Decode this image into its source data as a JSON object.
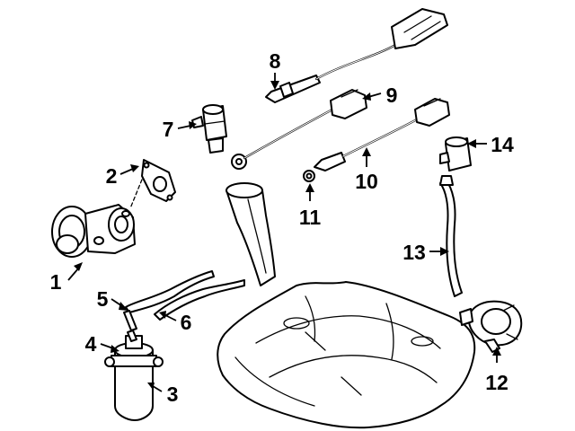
{
  "callouts": {
    "c1": "1",
    "c2": "2",
    "c3": "3",
    "c4": "4",
    "c5": "5",
    "c6": "6",
    "c7": "7",
    "c8": "8",
    "c9": "9",
    "c10": "10",
    "c11": "11",
    "c12": "12",
    "c13": "13",
    "c14": "14"
  }
}
